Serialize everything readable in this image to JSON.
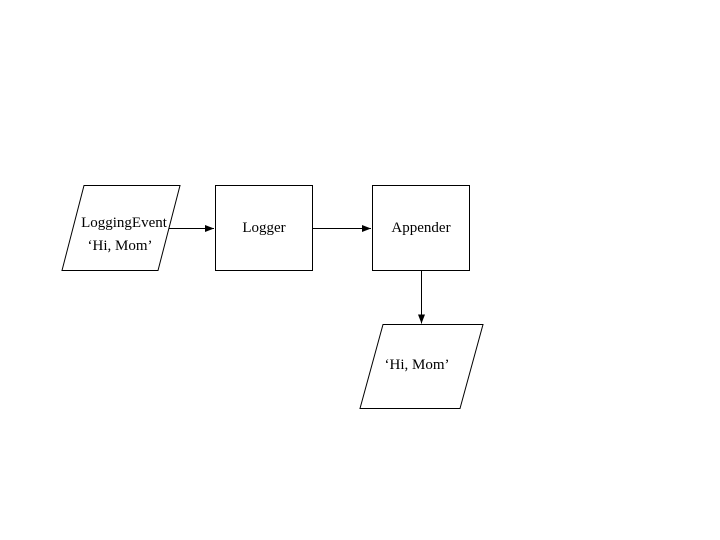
{
  "canvas": {
    "background_color": "#ffffff",
    "line_color": "#000000",
    "text_color": "#000000"
  },
  "nodes": [
    {
      "id": "logging-event-input",
      "shape": "parallelogram",
      "line1": "LoggingEvent",
      "line2": "‘Hi, Mom’"
    },
    {
      "id": "logger",
      "shape": "rectangle",
      "label": "Logger"
    },
    {
      "id": "appender",
      "shape": "rectangle",
      "label": "Appender"
    },
    {
      "id": "output-message",
      "shape": "parallelogram",
      "label": "‘Hi, Mom’"
    }
  ],
  "edges": [
    {
      "from": "logging-event-input",
      "to": "logger",
      "direction": "right"
    },
    {
      "from": "logger",
      "to": "appender",
      "direction": "right"
    },
    {
      "from": "appender",
      "to": "output-message",
      "direction": "down"
    }
  ]
}
